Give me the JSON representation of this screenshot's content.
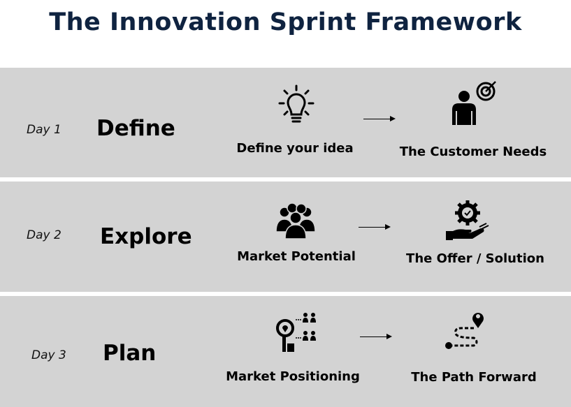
{
  "title": "The Innovation Sprint Framework",
  "rows": [
    {
      "day": "Day 1",
      "phase": "Define",
      "from_label": "Define your idea",
      "to_label": "The Customer Needs",
      "from_icon": "lightbulb-icon",
      "to_icon": "person-target-icon"
    },
    {
      "day": "Day 2",
      "phase": "Explore",
      "from_label": "Market Potential",
      "to_label": "The Offer / Solution",
      "from_icon": "group-people-icon",
      "to_icon": "hand-gear-icon"
    },
    {
      "day": "Day 3",
      "phase": "Plan",
      "from_label": "Market Positioning",
      "to_label": "The Path Forward",
      "from_icon": "magnifier-location-people-icon",
      "to_icon": "path-pin-icon"
    }
  ],
  "colors": {
    "title": "#0f2340",
    "band": "#d3d3d3"
  }
}
